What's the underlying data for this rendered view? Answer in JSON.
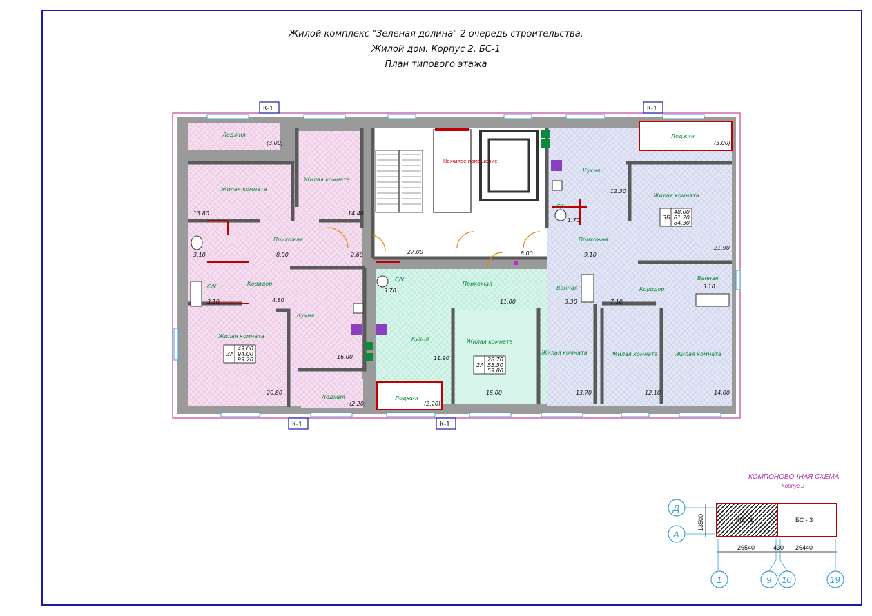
{
  "header": {
    "line1": "Жилой комплекс \"Зеленая долина\" 2 очередь строительства.",
    "line2": "Жилой дом. Корпус 2. БС-1",
    "line3": "План типового этажа"
  },
  "section_marks": [
    "К-1",
    "К-1",
    "К-1",
    "К-1"
  ],
  "rooms": {
    "lodzh_left_top": "Лоджия",
    "lodzh_left_top_area": "(3.00)",
    "lodzh_right_top": "Лоджия",
    "lodzh_right_top_area": "(3.00)",
    "lodzh_bottom1": "Лоджия",
    "lodzh_bottom1_area": "(2.20)",
    "lodzh_bottom2": "Лоджия",
    "lodzh_bottom2_area": "(2.20)",
    "living_tl": "Жилая комната",
    "living_tl_area": "13.80",
    "living_tc": "Жилая комната",
    "living_tc_area": "14.40",
    "hall_left": "Прихожая",
    "hall_left_area": "8.00",
    "corr_left": "Коридор",
    "corr_left_area": "4.80",
    "wc_left1_area": "3.10",
    "wc_left2": "С/У",
    "wc_left2_area": "3.10",
    "kitchen_left": "Кухня",
    "kitchen_left_area": "16.00",
    "living_bl": "Жилая комната",
    "living_bl_area": "20.80",
    "apt3a_type": "3А",
    "apt3a_v1": "49.00",
    "apt3a_v2": "94.00",
    "apt3a_v3": "99.20",
    "area_260": "2.60",
    "tech_room": "Нежилое помещение",
    "stair_area": "27.00",
    "area_800_mid": "8.00",
    "wc_mid": "С/У",
    "wc_mid_area": "3.70",
    "hall_mid": "Прихожая",
    "hall_mid_area": "11.00",
    "kitchen_mid": "Кухня",
    "kitchen_mid_area": "11.90",
    "living_mid": "Жилая комната",
    "living_mid_area": "15.00",
    "apt2a_type": "2А",
    "apt2a_v1": "28.70",
    "apt2a_v2": "55.50",
    "apt2a_v3": "59.80",
    "bath_mid": "Ванная",
    "bath_mid_area": "3.30",
    "living_mid2": "Жилая комната",
    "living_mid2_area": "13.70",
    "kitchen_right": "Кухня",
    "kitchen_right_area": "12.30",
    "wc_right": "С/У",
    "wc_right_area": "1.70",
    "hall_right": "Прихожая",
    "hall_right_area": "9.10",
    "living_tr": "Жилая комната",
    "living_tr_area": "21.90",
    "apt3b_type": "3Б",
    "apt3b_v1": "48.00",
    "apt3b_v2": "81.20",
    "apt3b_v3": "84.30",
    "corr_right": "Коридор",
    "corr_right_area": "7.10",
    "bath_right": "Ванная",
    "bath_right_area": "3.10",
    "living_br1": "Жилая комната",
    "living_br1_area": "12.10",
    "living_br2": "Жилая комната",
    "living_br2_area": "14.00"
  },
  "scheme": {
    "title": "КОМПОНОВОЧНАЯ СХЕМА",
    "subtitle": "Корпус 2",
    "block1": "БС - 1",
    "block2": "БС - 3",
    "axis_d": "Д",
    "axis_a": "А",
    "height_dim": "13500",
    "dim1": "26540",
    "dim2": "430",
    "dim3": "26440",
    "axis1": "1",
    "axis9": "9",
    "axis10": "10",
    "axis19": "19"
  },
  "colors": {
    "frame": "#1a1aa6",
    "wall": "#5a5a5a",
    "apt_pink": "#f6dff0",
    "apt_green": "#d7f5ea",
    "apt_blue": "#e2e6f5",
    "label_green": "#0a8a3a",
    "accent_red": "#c00000",
    "axis_blue": "#3aa0d8",
    "scheme_magenta": "#b030b0"
  }
}
